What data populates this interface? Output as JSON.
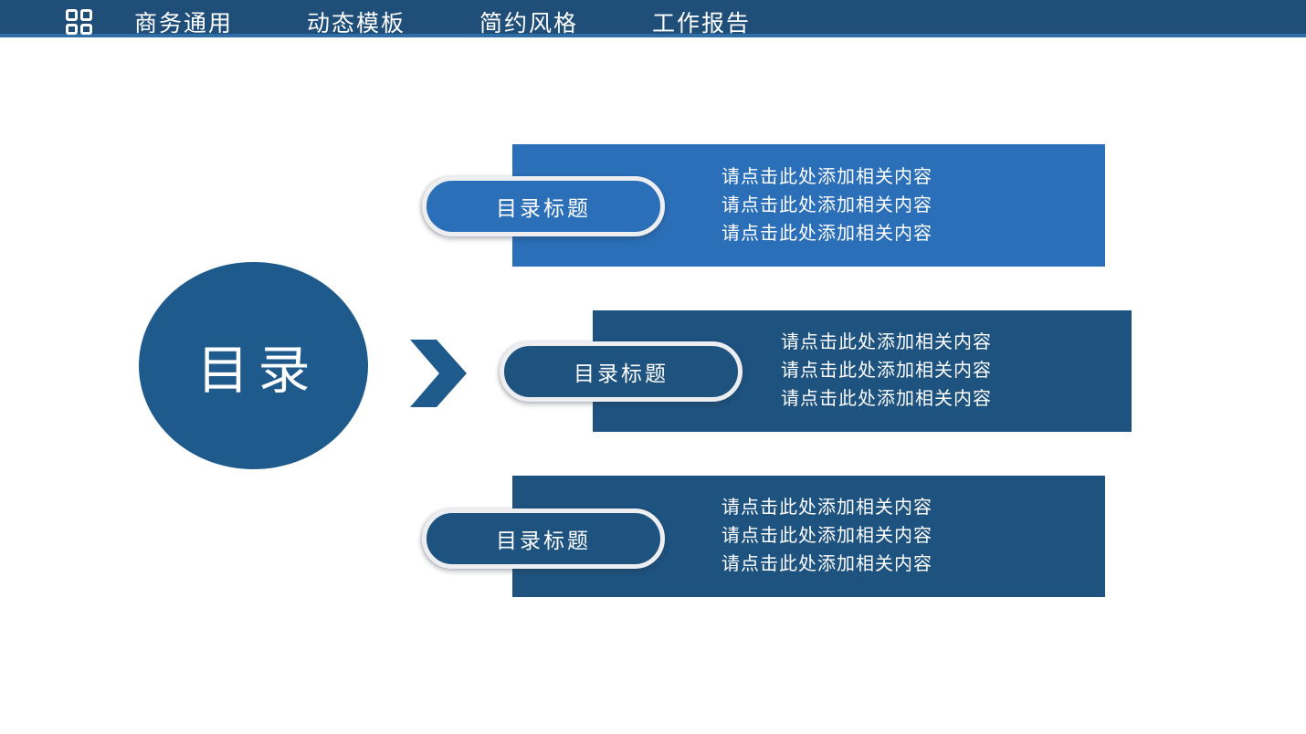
{
  "nav": {
    "grid_icon": "grid-menu-icon",
    "items": [
      {
        "label": "商务通用"
      },
      {
        "label": "动态模板"
      },
      {
        "label": "简约风格"
      },
      {
        "label": "工作报告"
      }
    ]
  },
  "slide": {
    "hub_label": "目录",
    "rows": [
      {
        "pill_label": "目录标题",
        "lines": [
          "请点击此处添加相关内容",
          "请点击此处添加相关内容",
          "请点击此处添加相关内容"
        ]
      },
      {
        "pill_label": "目录标题",
        "lines": [
          "请点击此处添加相关内容",
          "请点击此处添加相关内容",
          "请点击此处添加相关内容"
        ]
      },
      {
        "pill_label": "目录标题",
        "lines": [
          "请点击此处添加相关内容",
          "请点击此处添加相关内容",
          "请点击此处添加相关内容"
        ]
      }
    ]
  },
  "colors": {
    "nav_bar": "#1F4E79",
    "nav_strip": "#2E6DA6",
    "hub_blue": "#1F5A8C",
    "row_light_blue": "#2B6FB8",
    "row_dark_blue": "#1E527F",
    "pill_border": "#ECEEF1",
    "text_white": "#FFFFFF"
  }
}
